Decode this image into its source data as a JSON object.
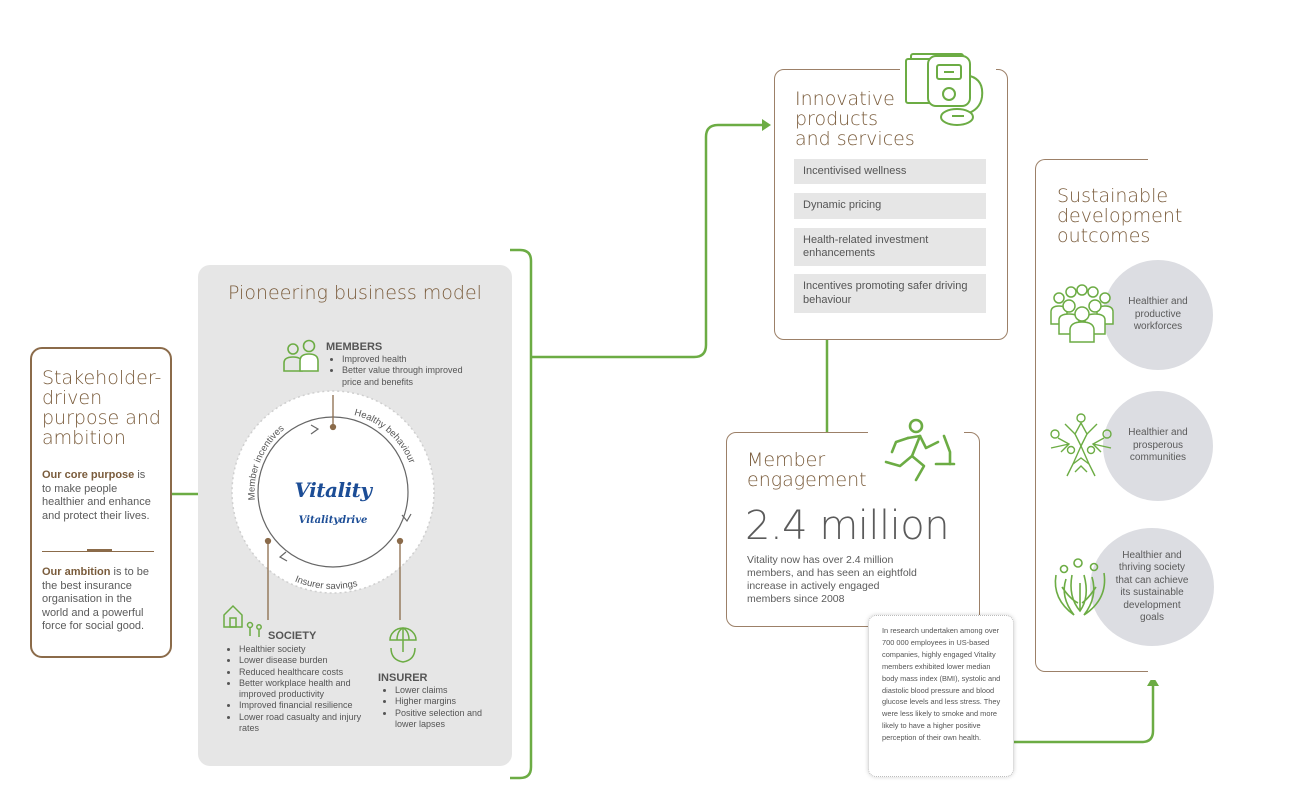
{
  "stakeholder": {
    "title": "Stakeholder-driven purpose and ambition",
    "purpose_label": "Our core purpose",
    "purpose_text": "is to make people healthier and enhance and protect their lives.",
    "ambition_label": "Our ambition",
    "ambition_text": "is to be the best insurance organisation in the world and a powerful force for social good."
  },
  "business_model": {
    "title": "Pioneering business model",
    "logo_main": "Vitality",
    "logo_sub": "Vitalitydrive",
    "cycle_labels": {
      "left": "Member incentives",
      "right": "Healthy behaviour",
      "bottom": "Insurer savings"
    },
    "members": {
      "title": "MEMBERS",
      "items": [
        "Improved health",
        "Better value through improved price and benefits"
      ]
    },
    "society": {
      "title": "SOCIETY",
      "items": [
        "Healthier society",
        "Lower disease burden",
        "Reduced healthcare costs",
        "Better workplace health and improved productivity",
        "Improved financial resilience",
        "Lower road casualty and injury rates"
      ]
    },
    "insurer": {
      "title": "INSURER",
      "items": [
        "Lower claims",
        "Higher margins",
        "Positive selection and lower lapses"
      ]
    }
  },
  "products": {
    "title": "Innovative products and services",
    "items": [
      "Incentivised wellness",
      "Dynamic pricing",
      "Health-related investment enhancements",
      "Incentives promoting safer driving behaviour"
    ]
  },
  "engagement": {
    "title": "Member engagement",
    "big_number": "2.4 million",
    "text": "Vitality now has over 2.4 million members, and has seen an eightfold increase in actively engaged members since 2008",
    "research_note": "In research undertaken among over 700 000 employees in US-based companies, highly engaged Vitality members exhibited lower median body mass index (BMI), systolic and diastolic blood pressure and blood glucose levels and less stress. They were less likely to smoke and more likely to have a higher positive perception of their own health."
  },
  "outcomes": {
    "title": "Sustainable development outcomes",
    "items": [
      "Healthier and productive workforces",
      "Healthier and prosperous communities",
      "Healthier and thriving society that can achieve its sustainable development goals"
    ]
  },
  "colors": {
    "green": "#6cac44",
    "brown": "#8b6b4a",
    "grey_panel": "#e6e6e6",
    "circle_grey": "#dcdde2",
    "logo_blue": "#1c4d96"
  },
  "icons": [
    "members-icon",
    "society-icon",
    "insurer-icon",
    "device-icon",
    "runner-icon",
    "workforce-icon",
    "community-icon",
    "society-hands-icon"
  ]
}
